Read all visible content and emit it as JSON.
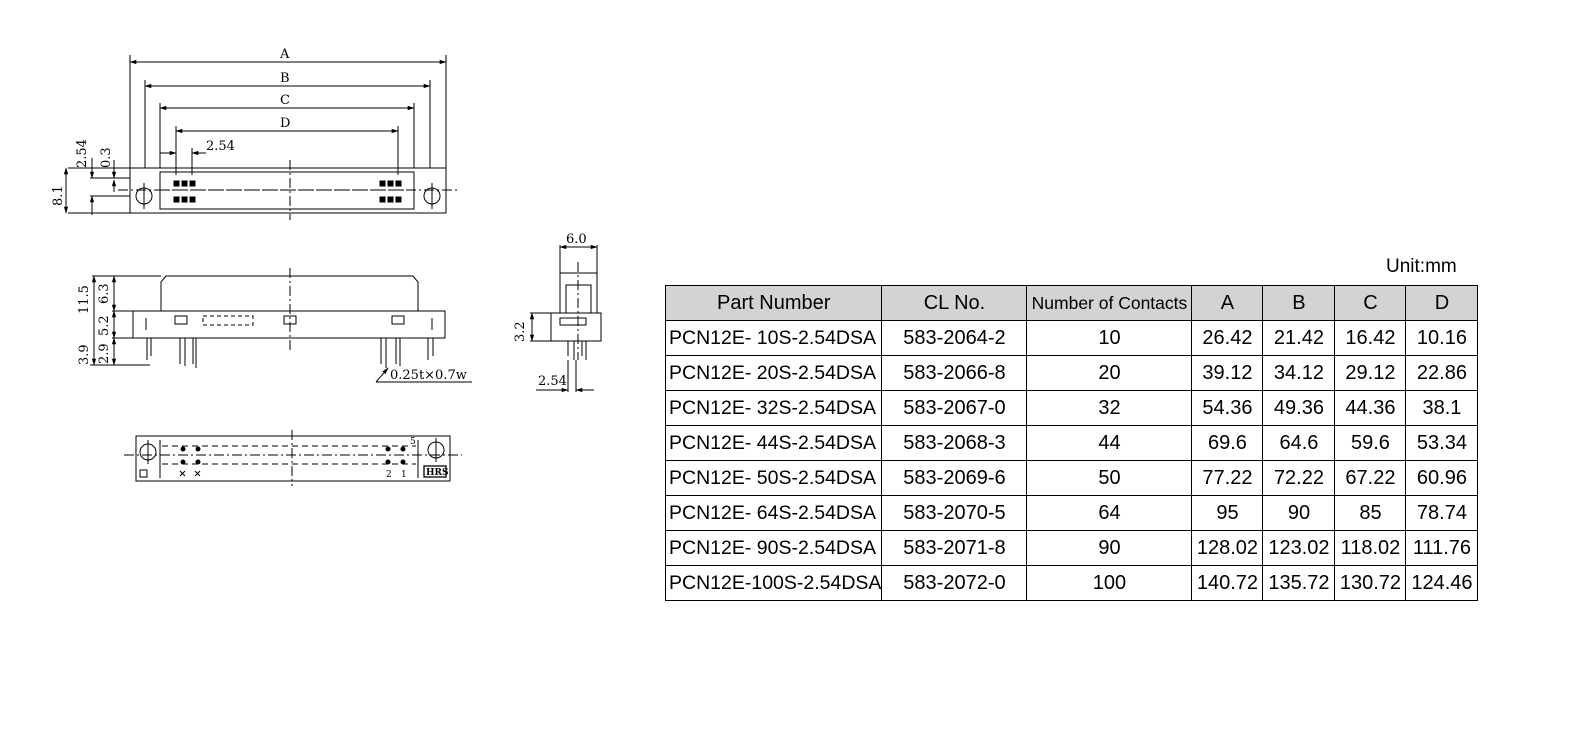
{
  "drawing": {
    "top_view": {
      "dim_labels": [
        "A",
        "B",
        "C",
        "D"
      ],
      "pitch_label": "2.54",
      "height_labels": [
        "2.54",
        "0.3",
        "8.1"
      ]
    },
    "front_view": {
      "height_labels": [
        "11.5",
        "6.3",
        "5.2",
        "3.9",
        "2.9"
      ],
      "pin_label": "0.25t×0.7w"
    },
    "side_view": {
      "width_label": "6.0",
      "height_label": "3.2",
      "pitch_label": "2.54"
    },
    "bottom_view": {
      "markings": [
        "5",
        "2",
        "1",
        "HRS"
      ]
    }
  },
  "unit_label": "Unit:mm",
  "table": {
    "headers": [
      "Part Number",
      "CL No.",
      "Number of Contacts",
      "A",
      "B",
      "C",
      "D"
    ],
    "rows": [
      [
        "PCN12E-  10S-2.54DSA",
        "583-2064-2",
        "10",
        "26.42",
        "21.42",
        "16.42",
        "10.16"
      ],
      [
        "PCN12E-  20S-2.54DSA",
        "583-2066-8",
        "20",
        "39.12",
        "34.12",
        "29.12",
        "22.86"
      ],
      [
        "PCN12E-  32S-2.54DSA",
        "583-2067-0",
        "32",
        "54.36",
        "49.36",
        "44.36",
        "38.1"
      ],
      [
        "PCN12E-  44S-2.54DSA",
        "583-2068-3",
        "44",
        "69.6",
        "64.6",
        "59.6",
        "53.34"
      ],
      [
        "PCN12E-  50S-2.54DSA",
        "583-2069-6",
        "50",
        "77.22",
        "72.22",
        "67.22",
        "60.96"
      ],
      [
        "PCN12E-  64S-2.54DSA",
        "583-2070-5",
        "64",
        "95",
        "90",
        "85",
        "78.74"
      ],
      [
        "PCN12E-  90S-2.54DSA",
        "583-2071-8",
        "90",
        "128.02",
        "123.02",
        "118.02",
        "111.76"
      ],
      [
        "PCN12E-100S-2.54DSA",
        "583-2072-0",
        "100",
        "140.72",
        "135.72",
        "130.72",
        "124.46"
      ]
    ]
  }
}
